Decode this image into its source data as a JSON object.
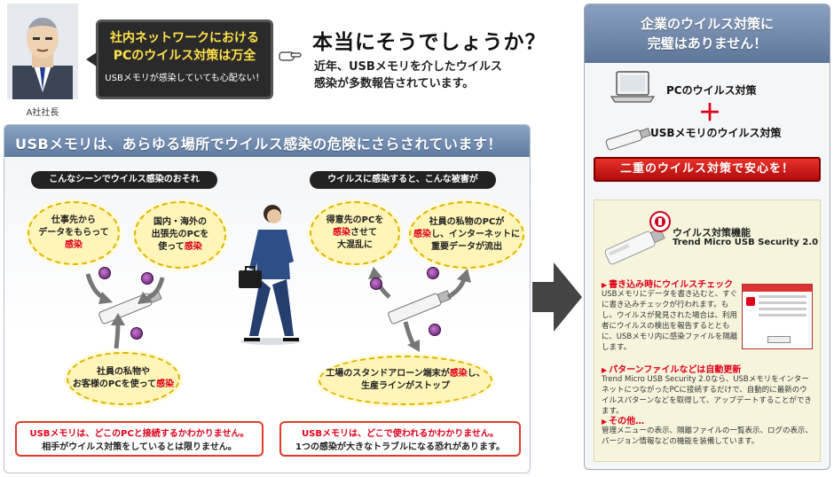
{
  "president": {
    "caption": "A社社長",
    "bubble_line1": "社内ネットワークにおける",
    "bubble_line2": "PCのウイルス対策は万全",
    "bubble_sub": "USBメモリが感染していても心配ない！"
  },
  "question": {
    "title": "本当にそうでしょうか？",
    "line1": "近年、USBメモリを介したウイルス",
    "line2": "感染が多数報告されています。"
  },
  "main": {
    "header": "USBメモリは、あらゆる場所でウイルス感染の危険にさらされています！",
    "left_label": "こんなシーンでウイルス感染のおそれ",
    "right_label": "ウイルスに感染すると、こんな被害が",
    "clouds_left": [
      {
        "l1": "仕事先から",
        "l2": "データをもらって",
        "red": "感染"
      },
      {
        "l1": "国内・海外の",
        "l2": "出張先のPCを",
        "l3": "使って",
        "red": "感染"
      },
      {
        "l1": "社員の私物や",
        "l2": "お客様のPCを使って",
        "red": "感染"
      }
    ],
    "clouds_right": [
      {
        "l1": "得意先のPCを",
        "red": "感染",
        "l2": "させて",
        "l3": "大混乱に"
      },
      {
        "l1": "社員の私物のPCが",
        "red": "感染",
        "l2": "し、インターネットに",
        "l3": "重要データが流出"
      },
      {
        "l1": "工場のスタンドアローン端末が",
        "red": "感染",
        "l2": "し、",
        "l3": "生産ラインがストップ"
      }
    ],
    "warn_left": {
      "red": "USBメモリは、どこのPCと接続するかわかりません。",
      "black": "相手がウイルス対策をしているとは限りません。"
    },
    "warn_right": {
      "red": "USBメモリは、どこで使われるかわかりません。",
      "black": "1つの感染が大きなトラブルになる恐れがあります。"
    }
  },
  "right": {
    "header_line1": "企業のウイルス対策に",
    "header_line2": "完璧はありません！",
    "pc_item": "PCのウイルス対策",
    "plus": "＋",
    "usb_item": "USBメモリのウイルス対策",
    "safe_banner": "二重のウイルス対策で安心を！",
    "product_func": "ウイルス対策機能",
    "product_name": "Trend Micro USB Security 2.0",
    "feat1_title": "書き込み時にウイルスチェック",
    "feat1_body": "USBメモリにデータを書き込むと、すぐに書き込みチェックが行われます。もし、ウイルスが発見された場合は、利用者にウイルスの検出を報告するとともに、USBメモリ内に感染ファイルを隔離します。",
    "feat2_title": "パターンファイルなどは自動更新",
    "feat2_body": "Trend Micro USB Security 2.0なら、USBメモリをインターネットにつながったPCに接続するだけで、自動的に最新のウイルスパターンなどを取得して、アップデートすることができます。",
    "feat3_title": "その他…",
    "feat3_body": "管理メニューの表示、隔離ファイルの一覧表示、ログの表示、パージョン情報などの機能を装備しています。"
  },
  "colors": {
    "accent_red": "#e0001a",
    "header_blue": "#6f89ad",
    "cloud_yellow": "#fff5b8"
  }
}
